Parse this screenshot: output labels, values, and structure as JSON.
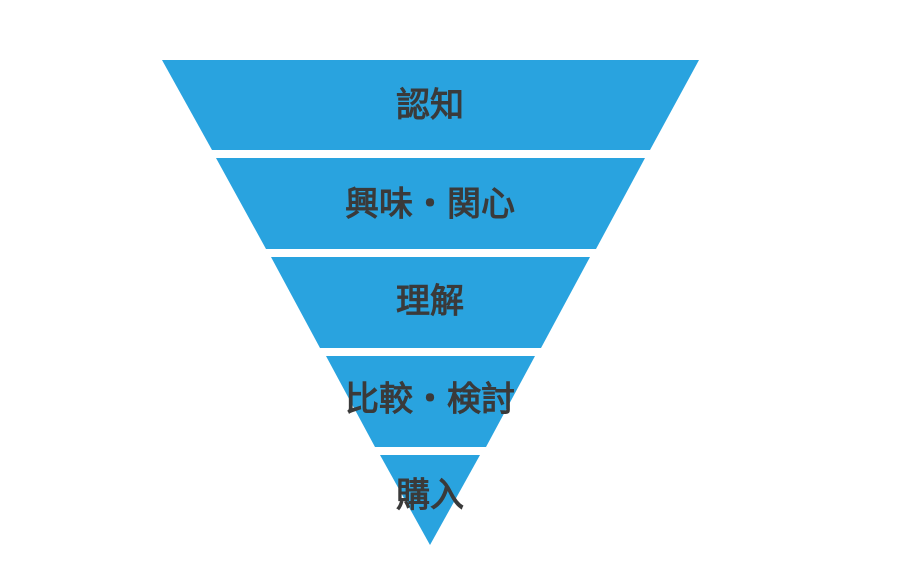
{
  "funnel": {
    "fill_color": "#29a3df",
    "text_color": "#3a3a3a",
    "stages": [
      {
        "label": "認知"
      },
      {
        "label": "興味・関心"
      },
      {
        "label": "理解"
      },
      {
        "label": "比較・検討"
      },
      {
        "label": "購入"
      }
    ]
  }
}
